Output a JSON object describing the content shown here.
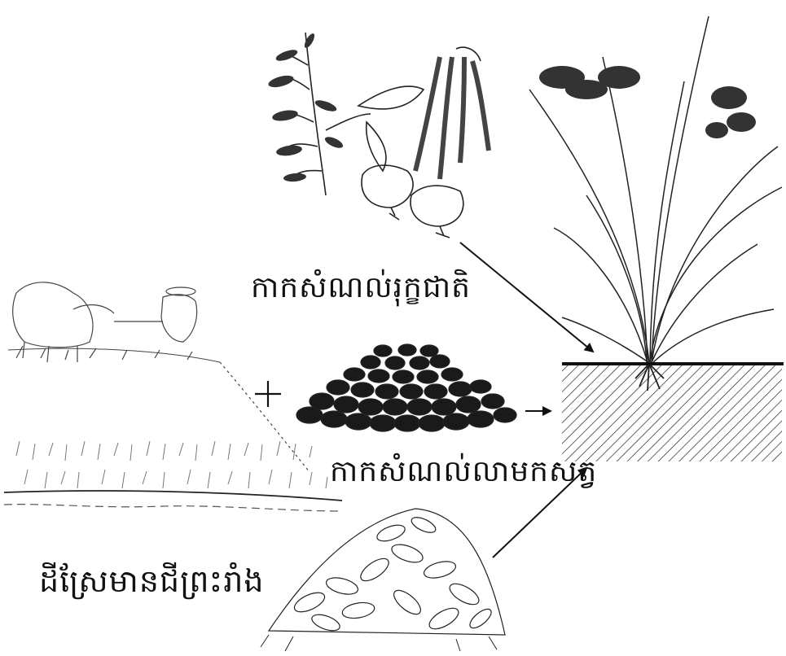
{
  "labels": {
    "plant_residue": "កាកសំណល់រុក្ខជាតិ",
    "animal_manure": "កាកសំណល់លាមកសត្វ",
    "green_manure_field": "ដីស្រែមានជីព្រះរាំង"
  },
  "icons": {
    "plus": "plus-icon",
    "arrows": [
      "arrow-plant-to-soil",
      "arrow-manure-to-soil",
      "arrow-leaves-to-soil"
    ]
  },
  "colors": {
    "ink": "#111111",
    "background": "#ffffff"
  }
}
